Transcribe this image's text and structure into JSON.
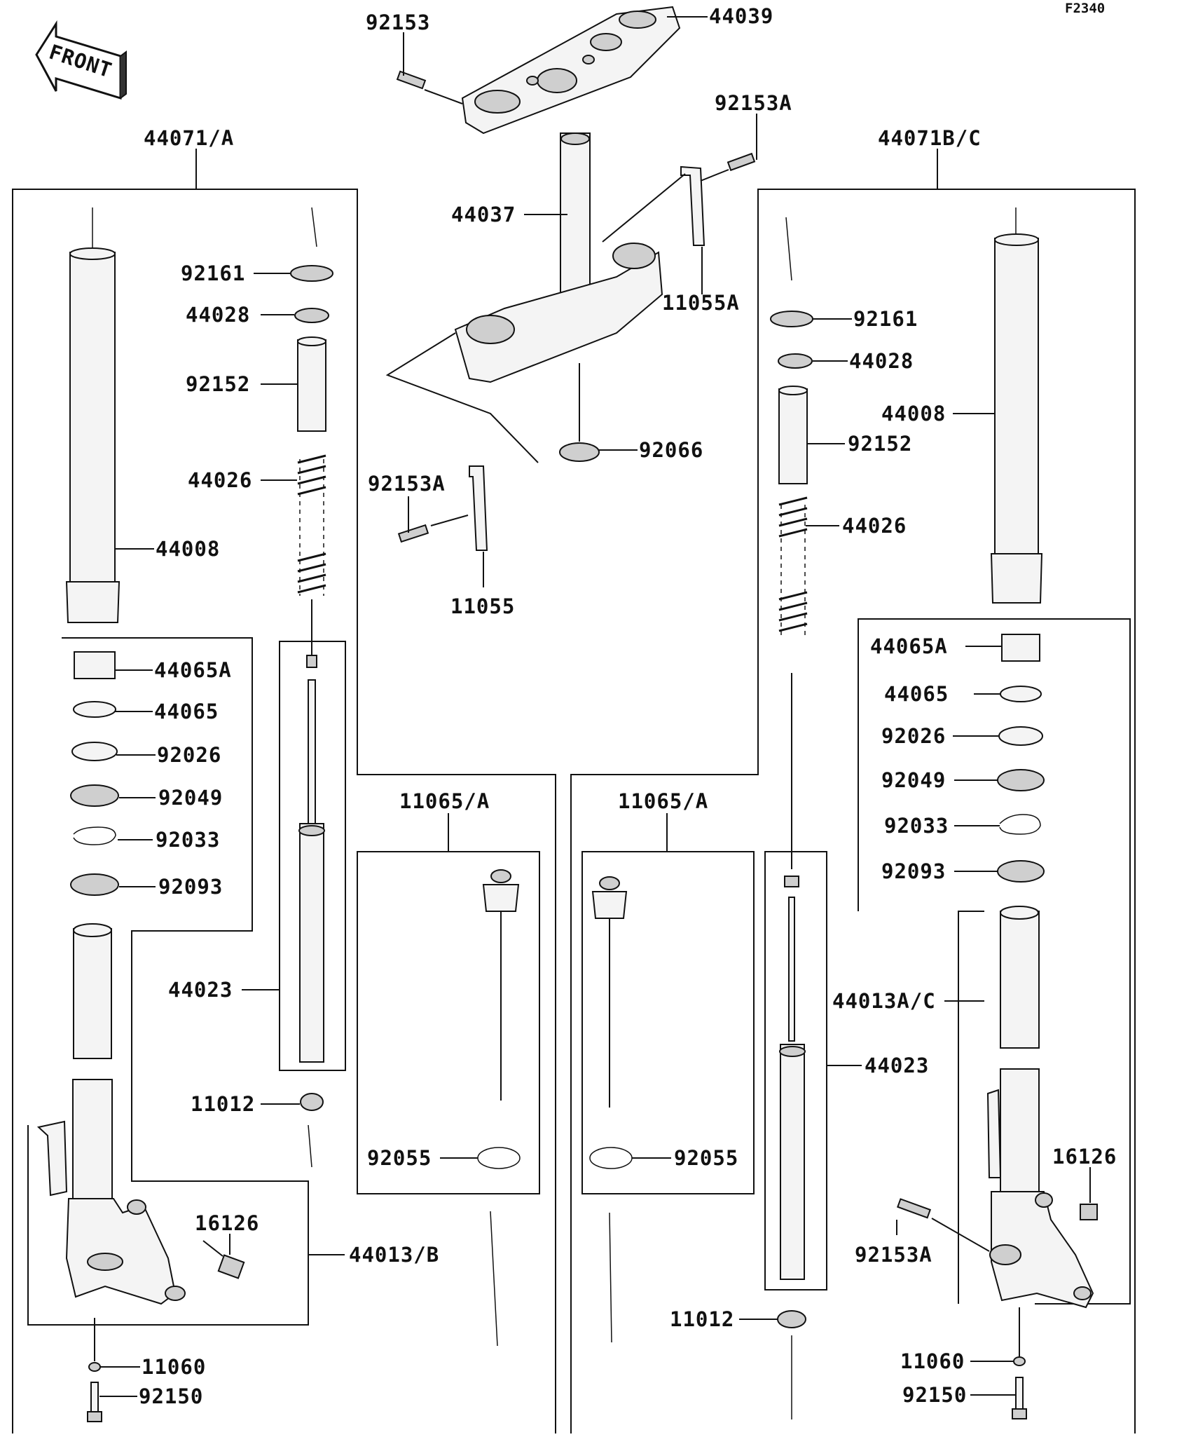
{
  "diagram_code": "F2340",
  "front_arrow_text": "FRONT",
  "labels": {
    "l92153_top": "92153",
    "l44039": "44039",
    "l92153A_top": "92153A",
    "l44071A": "44071/A",
    "l44071BC": "44071B/C",
    "l44037": "44037",
    "l11055A": "11055A",
    "l92161_left": "92161",
    "l44028_left": "44028",
    "l92152_left": "92152",
    "l44026_left": "44026",
    "l44008_left": "44008",
    "l92066": "92066",
    "l92153A_mid": "92153A",
    "l11055": "11055",
    "l92161_right": "92161",
    "l44028_right": "44028",
    "l44008_right": "44008",
    "l92152_right": "92152",
    "l44026_right": "44026",
    "l44065A_left": "44065A",
    "l44065_left": "44065",
    "l92026_left": "92026",
    "l92049_left": "92049",
    "l92033_left": "92033",
    "l92093_left": "92093",
    "l11065A_left": "11065/A",
    "l11065A_right": "11065/A",
    "l44065A_right": "44065A",
    "l44065_right": "44065",
    "l92026_right": "92026",
    "l92049_right": "92049",
    "l92033_right": "92033",
    "l92093_right": "92093",
    "l44023_left": "44023",
    "l44013AC": "44013A/C",
    "l44023_right": "44023",
    "l11012_left": "11012",
    "l92055_left": "92055",
    "l92055_right": "92055",
    "l16126_right": "16126",
    "l16126_left": "16126",
    "l44013B": "44013/B",
    "l92153A_bottom": "92153A",
    "l11012_right": "11012",
    "l11060_left": "11060",
    "l92150_left": "92150",
    "l11060_right": "11060",
    "l92150_right": "92150"
  }
}
